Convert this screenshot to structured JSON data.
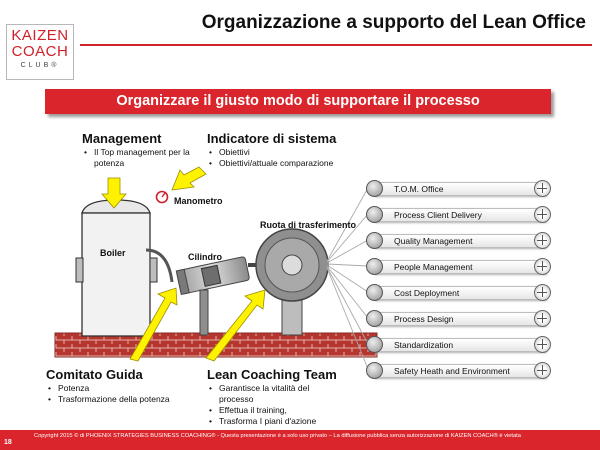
{
  "header": {
    "title": "Organizzazione a supporto del Lean Office"
  },
  "logo": {
    "line1": "KAIZEN",
    "line2": "COACH",
    "line3": "CLUB®"
  },
  "banner": {
    "text": "Organizzare il giusto modo di supportare il processo"
  },
  "management": {
    "heading": "Management",
    "bullets": [
      "Il Top management per la potenza"
    ]
  },
  "indicatore": {
    "heading": "Indicatore di sistema",
    "bullets": [
      "Obiettivi",
      "Obiettivi/attuale comparazione"
    ]
  },
  "comitato": {
    "heading": "Comitato Guida",
    "bullets": [
      "Potenza",
      "Trasformazione della potenza"
    ]
  },
  "lean_team": {
    "heading": "Lean Coaching Team",
    "bullets": [
      "Garantisce la vitalità del processo",
      "Effettua il training,",
      "Trasforma I piani d'azione"
    ]
  },
  "machine": {
    "boiler": "Boiler",
    "manometro": "Manometro",
    "cilindro": "Cilindro",
    "ruota": "Ruota di trasferimento"
  },
  "process_list": [
    "T.O.M. Office",
    "Process Client Delivery",
    "Quality Management",
    "People Management",
    "Cost Deployment",
    "Process Design",
    "Standardization",
    "Safety Heath and Environment"
  ],
  "colors": {
    "brand_red": "#d9252b",
    "arrow_yellow": "#fff200",
    "brick": "#b4362e",
    "metal": "#9e9e9e"
  },
  "footer": {
    "page": "18",
    "copyright": "Copyright 2015 © di PHOENIX STRATEGIES BUSINESS COACHING® - Questa presentazione è a solo uso privato – La diffusione pubblica senza autorizzazione di KAIZEN COACH® è vietata"
  }
}
